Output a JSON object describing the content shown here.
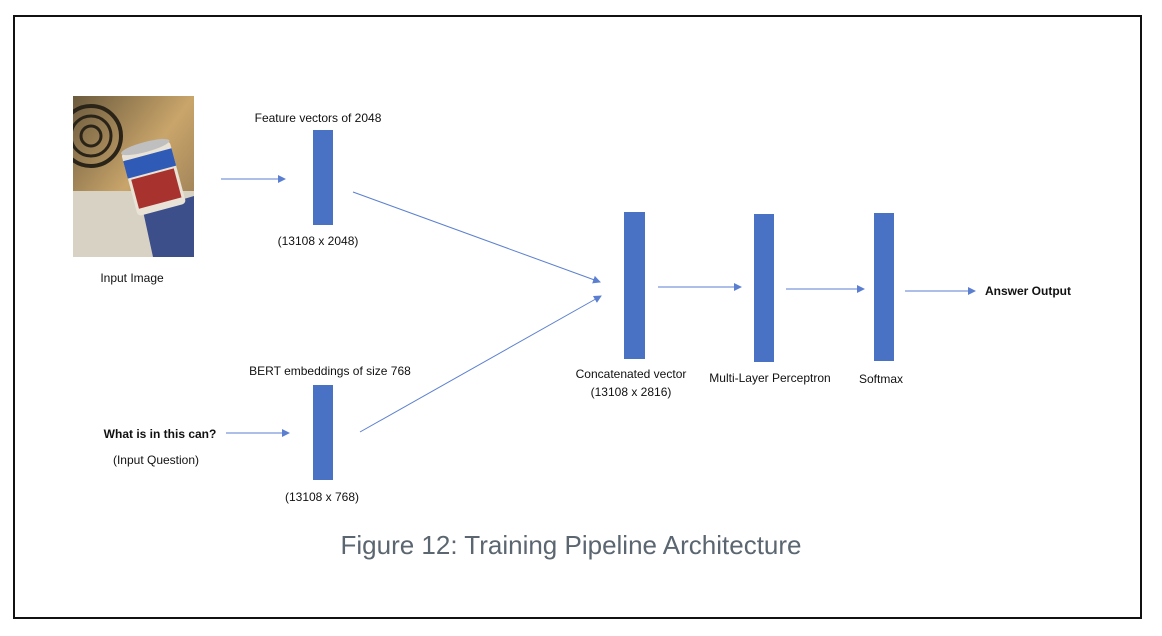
{
  "input_image": {
    "label": "Input Image"
  },
  "feature_vectors": {
    "title": "Feature vectors of 2048",
    "shape": "(13108 x 2048)"
  },
  "bert": {
    "title": "BERT embeddings of size 768",
    "shape": "(13108 x 768)"
  },
  "question": {
    "text": "What is in this can?",
    "label": "(Input Question)"
  },
  "concat": {
    "title": "Concatenated vector",
    "shape": "(13108 x 2816)"
  },
  "mlp": {
    "title": "Multi-Layer Perceptron"
  },
  "softmax": {
    "title": "Softmax"
  },
  "output": {
    "label": "Answer Output"
  },
  "caption": "Figure 12: Training Pipeline Architecture",
  "colors": {
    "block": "#4a72c4",
    "arrow": "#5b7fd0",
    "caption": "#5b6670"
  }
}
